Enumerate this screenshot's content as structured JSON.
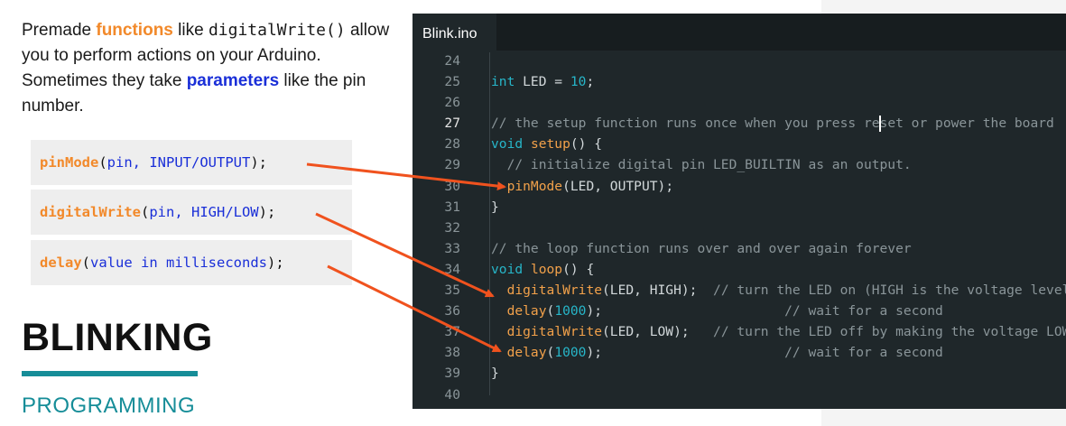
{
  "intro": {
    "t1": "Premade ",
    "functions": "functions",
    "t2": " like ",
    "code": "digitalWrite()",
    "t3": " allow you to perform actions on your Arduino. Sometimes they take ",
    "parameters": "parameters",
    "t4": " like the pin number."
  },
  "snippets": [
    {
      "fn": "pinMode",
      "open": "(",
      "args": "pin, INPUT/OUTPUT",
      "close": ");"
    },
    {
      "fn": "digitalWrite",
      "open": "(",
      "args": "pin, HIGH/LOW",
      "close": ");"
    },
    {
      "fn": "delay",
      "open": "(",
      "args": "value in milliseconds",
      "close": ");"
    }
  ],
  "heading": "BLINKING",
  "subheading": "PROGRAMMING",
  "editor": {
    "tab": "Blink.ino",
    "lines": [
      {
        "n": "24",
        "parts": []
      },
      {
        "n": "25",
        "parts": [
          {
            "t": "int",
            "c": "k-teal"
          },
          {
            "t": " LED = "
          },
          {
            "t": "10",
            "c": "k-teal"
          },
          {
            "t": ";"
          }
        ]
      },
      {
        "n": "26",
        "parts": []
      },
      {
        "n": "27",
        "active": true,
        "parts": [
          {
            "t": "// the setup function runs once when you press re",
            "c": "k-comment"
          },
          {
            "cursor": true
          },
          {
            "t": "set or power the board",
            "c": "k-comment"
          }
        ]
      },
      {
        "n": "28",
        "parts": [
          {
            "t": "void",
            "c": "k-teal"
          },
          {
            "t": " "
          },
          {
            "t": "setup",
            "c": "k-orange"
          },
          {
            "t": "() {"
          }
        ]
      },
      {
        "n": "29",
        "parts": [
          {
            "t": "  // initialize digital pin LED_BUILTIN as an output.",
            "c": "k-comment"
          }
        ]
      },
      {
        "n": "30",
        "parts": [
          {
            "t": "  "
          },
          {
            "t": "pinMode",
            "c": "k-orange"
          },
          {
            "t": "(LED, OUTPUT);"
          }
        ]
      },
      {
        "n": "31",
        "parts": [
          {
            "t": "}"
          }
        ]
      },
      {
        "n": "32",
        "parts": []
      },
      {
        "n": "33",
        "parts": [
          {
            "t": "// the loop function runs over and over again forever",
            "c": "k-comment"
          }
        ]
      },
      {
        "n": "34",
        "parts": [
          {
            "t": "void",
            "c": "k-teal"
          },
          {
            "t": " "
          },
          {
            "t": "loop",
            "c": "k-orange"
          },
          {
            "t": "() {"
          }
        ]
      },
      {
        "n": "35",
        "parts": [
          {
            "t": "  "
          },
          {
            "t": "digitalWrite",
            "c": "k-orange"
          },
          {
            "t": "(LED, HIGH);  "
          },
          {
            "t": "// turn the LED on (HIGH is the voltage level)",
            "c": "k-comment"
          }
        ]
      },
      {
        "n": "36",
        "parts": [
          {
            "t": "  "
          },
          {
            "t": "delay",
            "c": "k-orange"
          },
          {
            "t": "("
          },
          {
            "t": "1000",
            "c": "k-teal"
          },
          {
            "t": ");                       "
          },
          {
            "t": "// wait for a second",
            "c": "k-comment"
          }
        ]
      },
      {
        "n": "37",
        "parts": [
          {
            "t": "  "
          },
          {
            "t": "digitalWrite",
            "c": "k-orange"
          },
          {
            "t": "(LED, LOW);   "
          },
          {
            "t": "// turn the LED off by making the voltage LOW",
            "c": "k-comment"
          }
        ]
      },
      {
        "n": "38",
        "parts": [
          {
            "t": "  "
          },
          {
            "t": "delay",
            "c": "k-orange"
          },
          {
            "t": "("
          },
          {
            "t": "1000",
            "c": "k-teal"
          },
          {
            "t": ");                       "
          },
          {
            "t": "// wait for a second",
            "c": "k-comment"
          }
        ]
      },
      {
        "n": "39",
        "parts": [
          {
            "t": "}"
          }
        ]
      },
      {
        "n": "40",
        "parts": []
      }
    ]
  },
  "colors": {
    "arrow": "#f0521e",
    "accent_orange": "#f2892a",
    "accent_blue": "#1a2fd8",
    "teal": "#168d98"
  }
}
